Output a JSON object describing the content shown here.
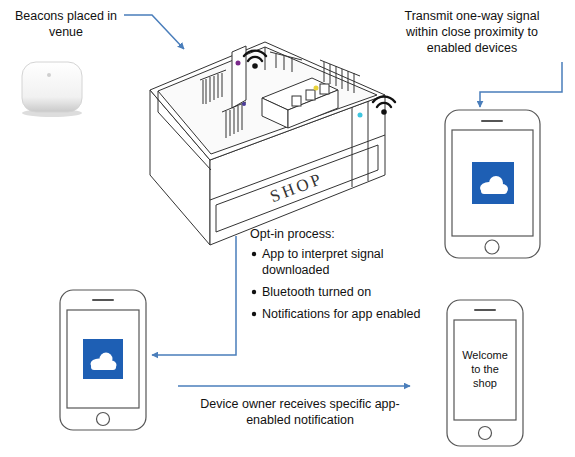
{
  "diagram": {
    "nodes": [
      {
        "text": [
          "SHOP"
        ]
      },
      {
        "text": [
          "Welcome to the shop"
        ]
      }
    ],
    "labels": [
      "Beacons placed in venue",
      "Transmit one-way signal within close proximity to enabled devices",
      "Opt-in process:",
      "App to interpret signal downloaded",
      "Bluetooth turned on",
      "Notifications for app enabled",
      "Device owner receives specific app-enabled notification"
    ]
  }
}
